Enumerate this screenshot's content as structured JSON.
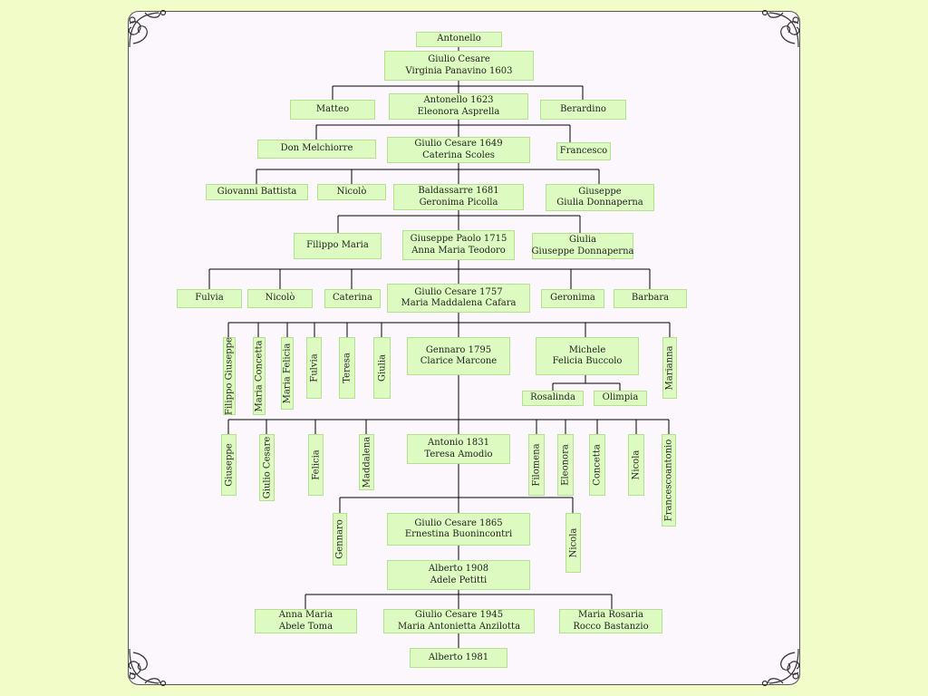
{
  "tree": {
    "g1": {
      "antonello": "Antonello"
    },
    "g2": {
      "giulio_cesare_1": "Giulio Cesare",
      "giulio_cesare_2": "Virginia Panavino 1603"
    },
    "g3": {
      "matteo": "Matteo",
      "antonello_1623_1": "Antonello 1623",
      "antonello_1623_2": "Eleonora Asprella",
      "berardino": "Berardino"
    },
    "g4": {
      "don_melchiorre": "Don Melchiorre",
      "giulio_cesare_1649_1": "Giulio Cesare 1649",
      "giulio_cesare_1649_2": "Caterina Scoles",
      "francesco": "Francesco"
    },
    "g5": {
      "giovanni_battista": "Giovanni Battista",
      "nicolo": "Nicolò",
      "baldassarre_1": "Baldassarre 1681",
      "baldassarre_2": "Geronima Picolla",
      "giuseppe_1": "Giuseppe",
      "giuseppe_2": "Giulia Donnaperna"
    },
    "g6": {
      "filippo_maria": "Filippo Maria",
      "giuseppe_paolo_1": "Giuseppe Paolo 1715",
      "giuseppe_paolo_2": "Anna Maria Teodoro",
      "giulia_1": "Giulia",
      "giulia_2": "Giuseppe Donnaperna"
    },
    "g7": {
      "fulvia": "Fulvia",
      "nicolo": "Nicolò",
      "caterina": "Caterina",
      "giulio_cesare_1757_1": "Giulio Cesare 1757",
      "giulio_cesare_1757_2": "Maria Maddalena Cafara",
      "geronima": "Geronima",
      "barbara": "Barbara"
    },
    "g8": {
      "filippo_giuseppe": "Filippo Giuseppe",
      "maria_concetta": "Maria Concetta",
      "maria_felicia": "Maria Felicia",
      "fulvia": "Fulvia",
      "teresa": "Teresa",
      "giulia": "Giulia",
      "gennaro_1": "Gennaro 1795",
      "gennaro_2": "Clarice Marcone",
      "michele_1": "Michele",
      "michele_2": "Felicia Buccolo",
      "marianna": "Marianna",
      "rosalinda": "Rosalinda",
      "olimpia": "Olimpia"
    },
    "g9": {
      "giuseppe": "Giuseppe",
      "giulio_cesare": "Giulio Cesare",
      "felicia": "Felicia",
      "maddalena": "Maddalena",
      "antonio_1": "Antonio 1831",
      "antonio_2": "Teresa Amodio",
      "filomena": "Filomena",
      "eleonora": "Eleonora",
      "concetta": "Concetta",
      "nicola": "Nicola",
      "francescoantonio": "Francescoantonio"
    },
    "g10": {
      "gennaro": "Gennaro",
      "giulio_cesare_1865_1": "Giulio Cesare 1865",
      "giulio_cesare_1865_2": "Ernestina Buonincontri",
      "nicola": "Nicola"
    },
    "g11": {
      "alberto_1908_1": "Alberto 1908",
      "alberto_1908_2": "Adele Petitti"
    },
    "g12": {
      "anna_maria_1": "Anna Maria",
      "anna_maria_2": "Abele Toma",
      "giulio_cesare_1945_1": "Giulio Cesare 1945",
      "giulio_cesare_1945_2": "Maria Antonietta Anzilotta",
      "maria_rosaria_1": "Maria Rosaria",
      "maria_rosaria_2": "Rocco Bastanzio"
    },
    "g13": {
      "alberto_1981": "Alberto 1981"
    }
  },
  "colors": {
    "page_background": "#f2fcc8",
    "panel_background": "#fcf7fc",
    "box_fill": "#ddfbc0",
    "box_border": "#b6e090",
    "connector": "#000000"
  }
}
